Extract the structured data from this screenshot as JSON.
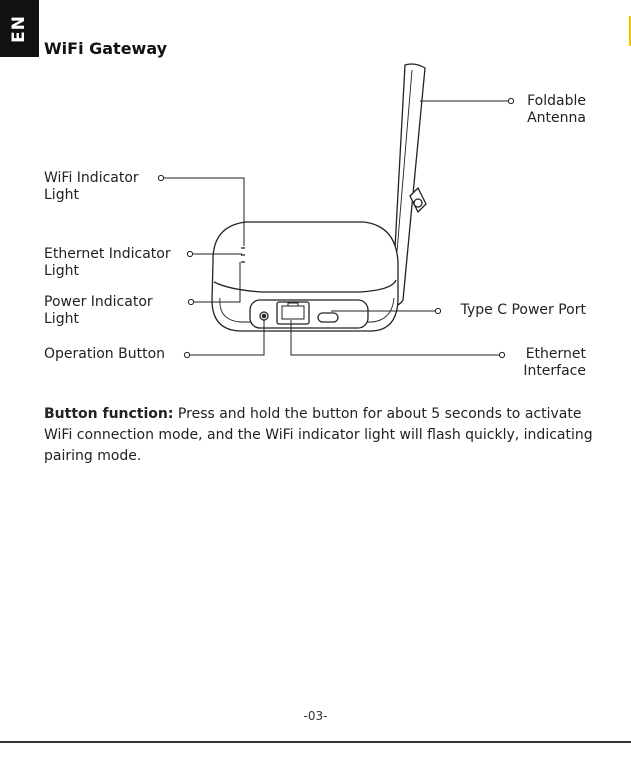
{
  "tab": {
    "lang": "EN"
  },
  "page": {
    "title": "WiFi Gateway",
    "number": "-03-"
  },
  "callouts": {
    "wifi_line1": "WiFi Indicator",
    "wifi_line2": "Light",
    "eth_ind_line1": "Ethernet Indicator",
    "eth_ind_line2": "Light",
    "power_line1": "Power Indicator",
    "power_line2": "Light",
    "operation": "Operation Button",
    "antenna_line1": "Foldable",
    "antenna_line2": "Antenna",
    "typec": "Type C Power Port",
    "eth_if_line1": "Ethernet",
    "eth_if_line2": "Interface"
  },
  "description": {
    "heading": "Button function:",
    "text": " Press and hold the button for about 5 seconds to activate WiFi connection mode, and the WiFi indicator light will flash quickly, indicating pairing mode."
  }
}
